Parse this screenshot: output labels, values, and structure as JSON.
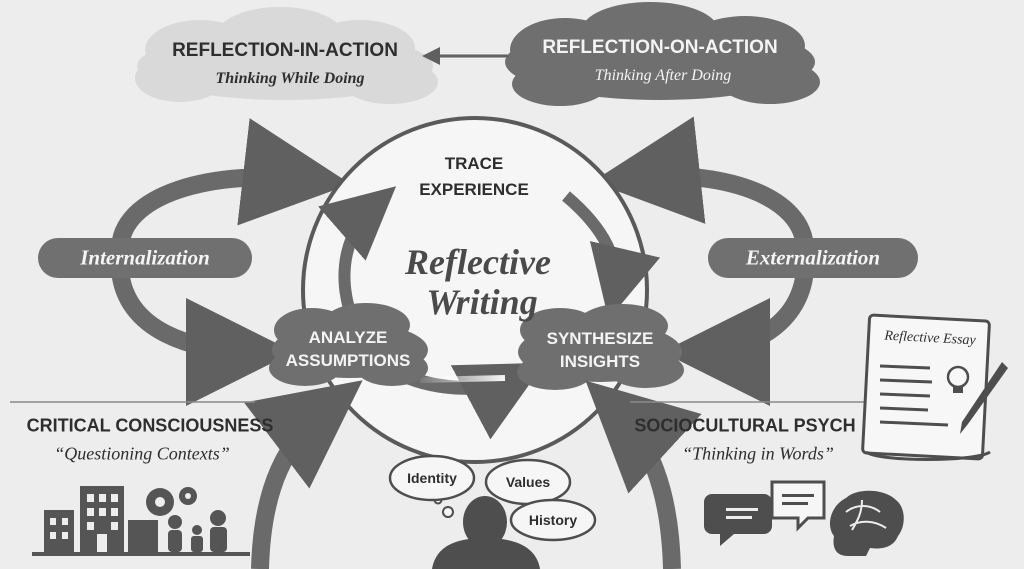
{
  "top_clouds": {
    "left": {
      "title": "REFLECTION-IN-ACTION",
      "subtitle": "Thinking While Doing"
    },
    "right": {
      "title": "REFLECTION-ON-ACTION",
      "subtitle": "Thinking After Doing"
    }
  },
  "center": {
    "title_line1": "Reflective",
    "title_line2": "Writing",
    "trace_line1": "TRACE",
    "trace_line2": "EXPERIENCE",
    "analyze_line1": "ANALYZE",
    "analyze_line2": "ASSUMPTIONS",
    "synthesize_line1": "SYNTHESIZE",
    "synthesize_line2": "INSIGHTS"
  },
  "side_labels": {
    "left": "Internalization",
    "right": "Externalization"
  },
  "bottom_left": {
    "title": "CRITICAL CONSCIOUSNESS",
    "quote": "“Questioning Contexts”"
  },
  "bottom_right": {
    "title": "SOCIOCULTURAL PSYCH",
    "quote": "“Thinking in Words”"
  },
  "thought_bubbles": {
    "b1": "Identity",
    "b2": "Values",
    "b3": "History"
  },
  "essay": {
    "title": "Reflective Essay"
  },
  "colors": {
    "background": "#ededed",
    "cloud_light": "#d9d9d9",
    "cloud_dark": "#6f6f6f",
    "pill": "#707070",
    "arrow": "#6a6a6a",
    "ink": "#2e2e2e"
  }
}
